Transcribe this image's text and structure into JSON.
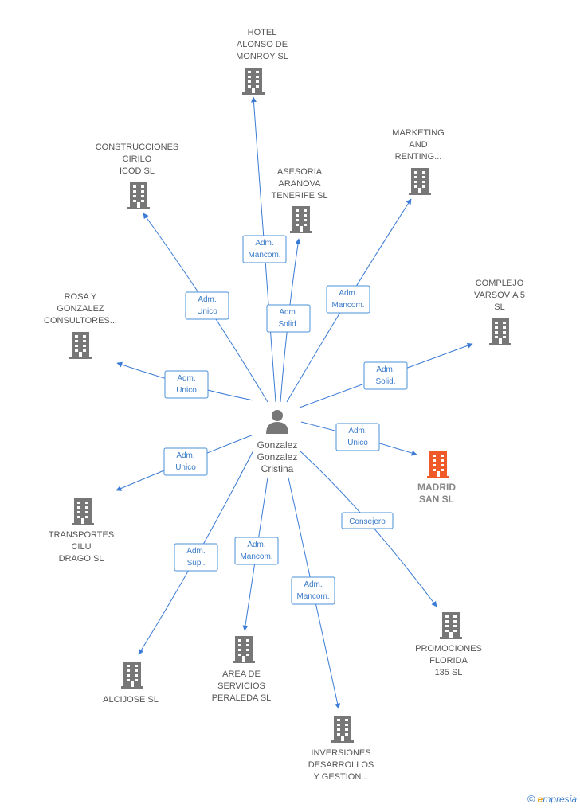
{
  "colors": {
    "edge": "#3a7bd5",
    "building": "#777777",
    "highlight": "#f05a28",
    "person": "#777777"
  },
  "person": {
    "label_lines": [
      "Gonzalez",
      "Gonzalez",
      "Cristina"
    ],
    "icon": "person-icon"
  },
  "companies": [
    {
      "id": "hotel",
      "lines": [
        "HOTEL",
        "ALONSO DE",
        "MONROY SL"
      ]
    },
    {
      "id": "construcciones",
      "lines": [
        "CONSTRUCCIONES",
        "CIRILO",
        "ICOD SL"
      ]
    },
    {
      "id": "asesoria",
      "lines": [
        "ASESORIA",
        "ARANOVA",
        "TENERIFE  SL"
      ]
    },
    {
      "id": "marketing",
      "lines": [
        "MARKETING",
        "AND",
        "RENTING..."
      ]
    },
    {
      "id": "complejo",
      "lines": [
        "COMPLEJO",
        "VARSOVIA 5",
        "SL"
      ]
    },
    {
      "id": "rosa",
      "lines": [
        "ROSA Y",
        "GONZALEZ",
        "CONSULTORES..."
      ]
    },
    {
      "id": "madrid",
      "lines": [
        "MADRID",
        "SAN  SL"
      ],
      "highlight": true
    },
    {
      "id": "transportes",
      "lines": [
        "TRANSPORTES",
        "CILU",
        "DRAGO  SL"
      ]
    },
    {
      "id": "promociones",
      "lines": [
        "PROMOCIONES",
        "FLORIDA",
        "135  SL"
      ]
    },
    {
      "id": "alcijose",
      "lines": [
        "ALCIJOSE  SL"
      ]
    },
    {
      "id": "area",
      "lines": [
        "AREA DE",
        "SERVICIOS",
        "PERALEDA SL"
      ]
    },
    {
      "id": "inversiones",
      "lines": [
        "INVERSIONES",
        "DESARROLLOS",
        "Y GESTION..."
      ]
    }
  ],
  "edges": [
    {
      "to": "hotel",
      "role": [
        "Adm.",
        "Mancom."
      ]
    },
    {
      "to": "construcciones",
      "role": [
        "Adm.",
        "Unico"
      ]
    },
    {
      "to": "asesoria",
      "role": [
        "Adm.",
        "Solid."
      ]
    },
    {
      "to": "marketing",
      "role": [
        "Adm.",
        "Mancom."
      ]
    },
    {
      "to": "complejo",
      "role": [
        "Adm.",
        "Solid."
      ]
    },
    {
      "to": "rosa",
      "role": [
        "Adm.",
        "Unico"
      ]
    },
    {
      "to": "madrid",
      "role": [
        "Adm.",
        "Unico"
      ]
    },
    {
      "to": "transportes",
      "role": [
        "Adm.",
        "Unico"
      ]
    },
    {
      "to": "promociones",
      "role": [
        "Consejero"
      ]
    },
    {
      "to": "alcijose",
      "role": [
        "Adm.",
        "Supl."
      ]
    },
    {
      "to": "area",
      "role": [
        "Adm.",
        "Mancom."
      ]
    },
    {
      "to": "inversiones",
      "role": [
        "Adm.",
        "Mancom."
      ]
    }
  ],
  "footer": {
    "copyright": "©",
    "brand_initial": "e",
    "brand_rest": "mpresia"
  }
}
